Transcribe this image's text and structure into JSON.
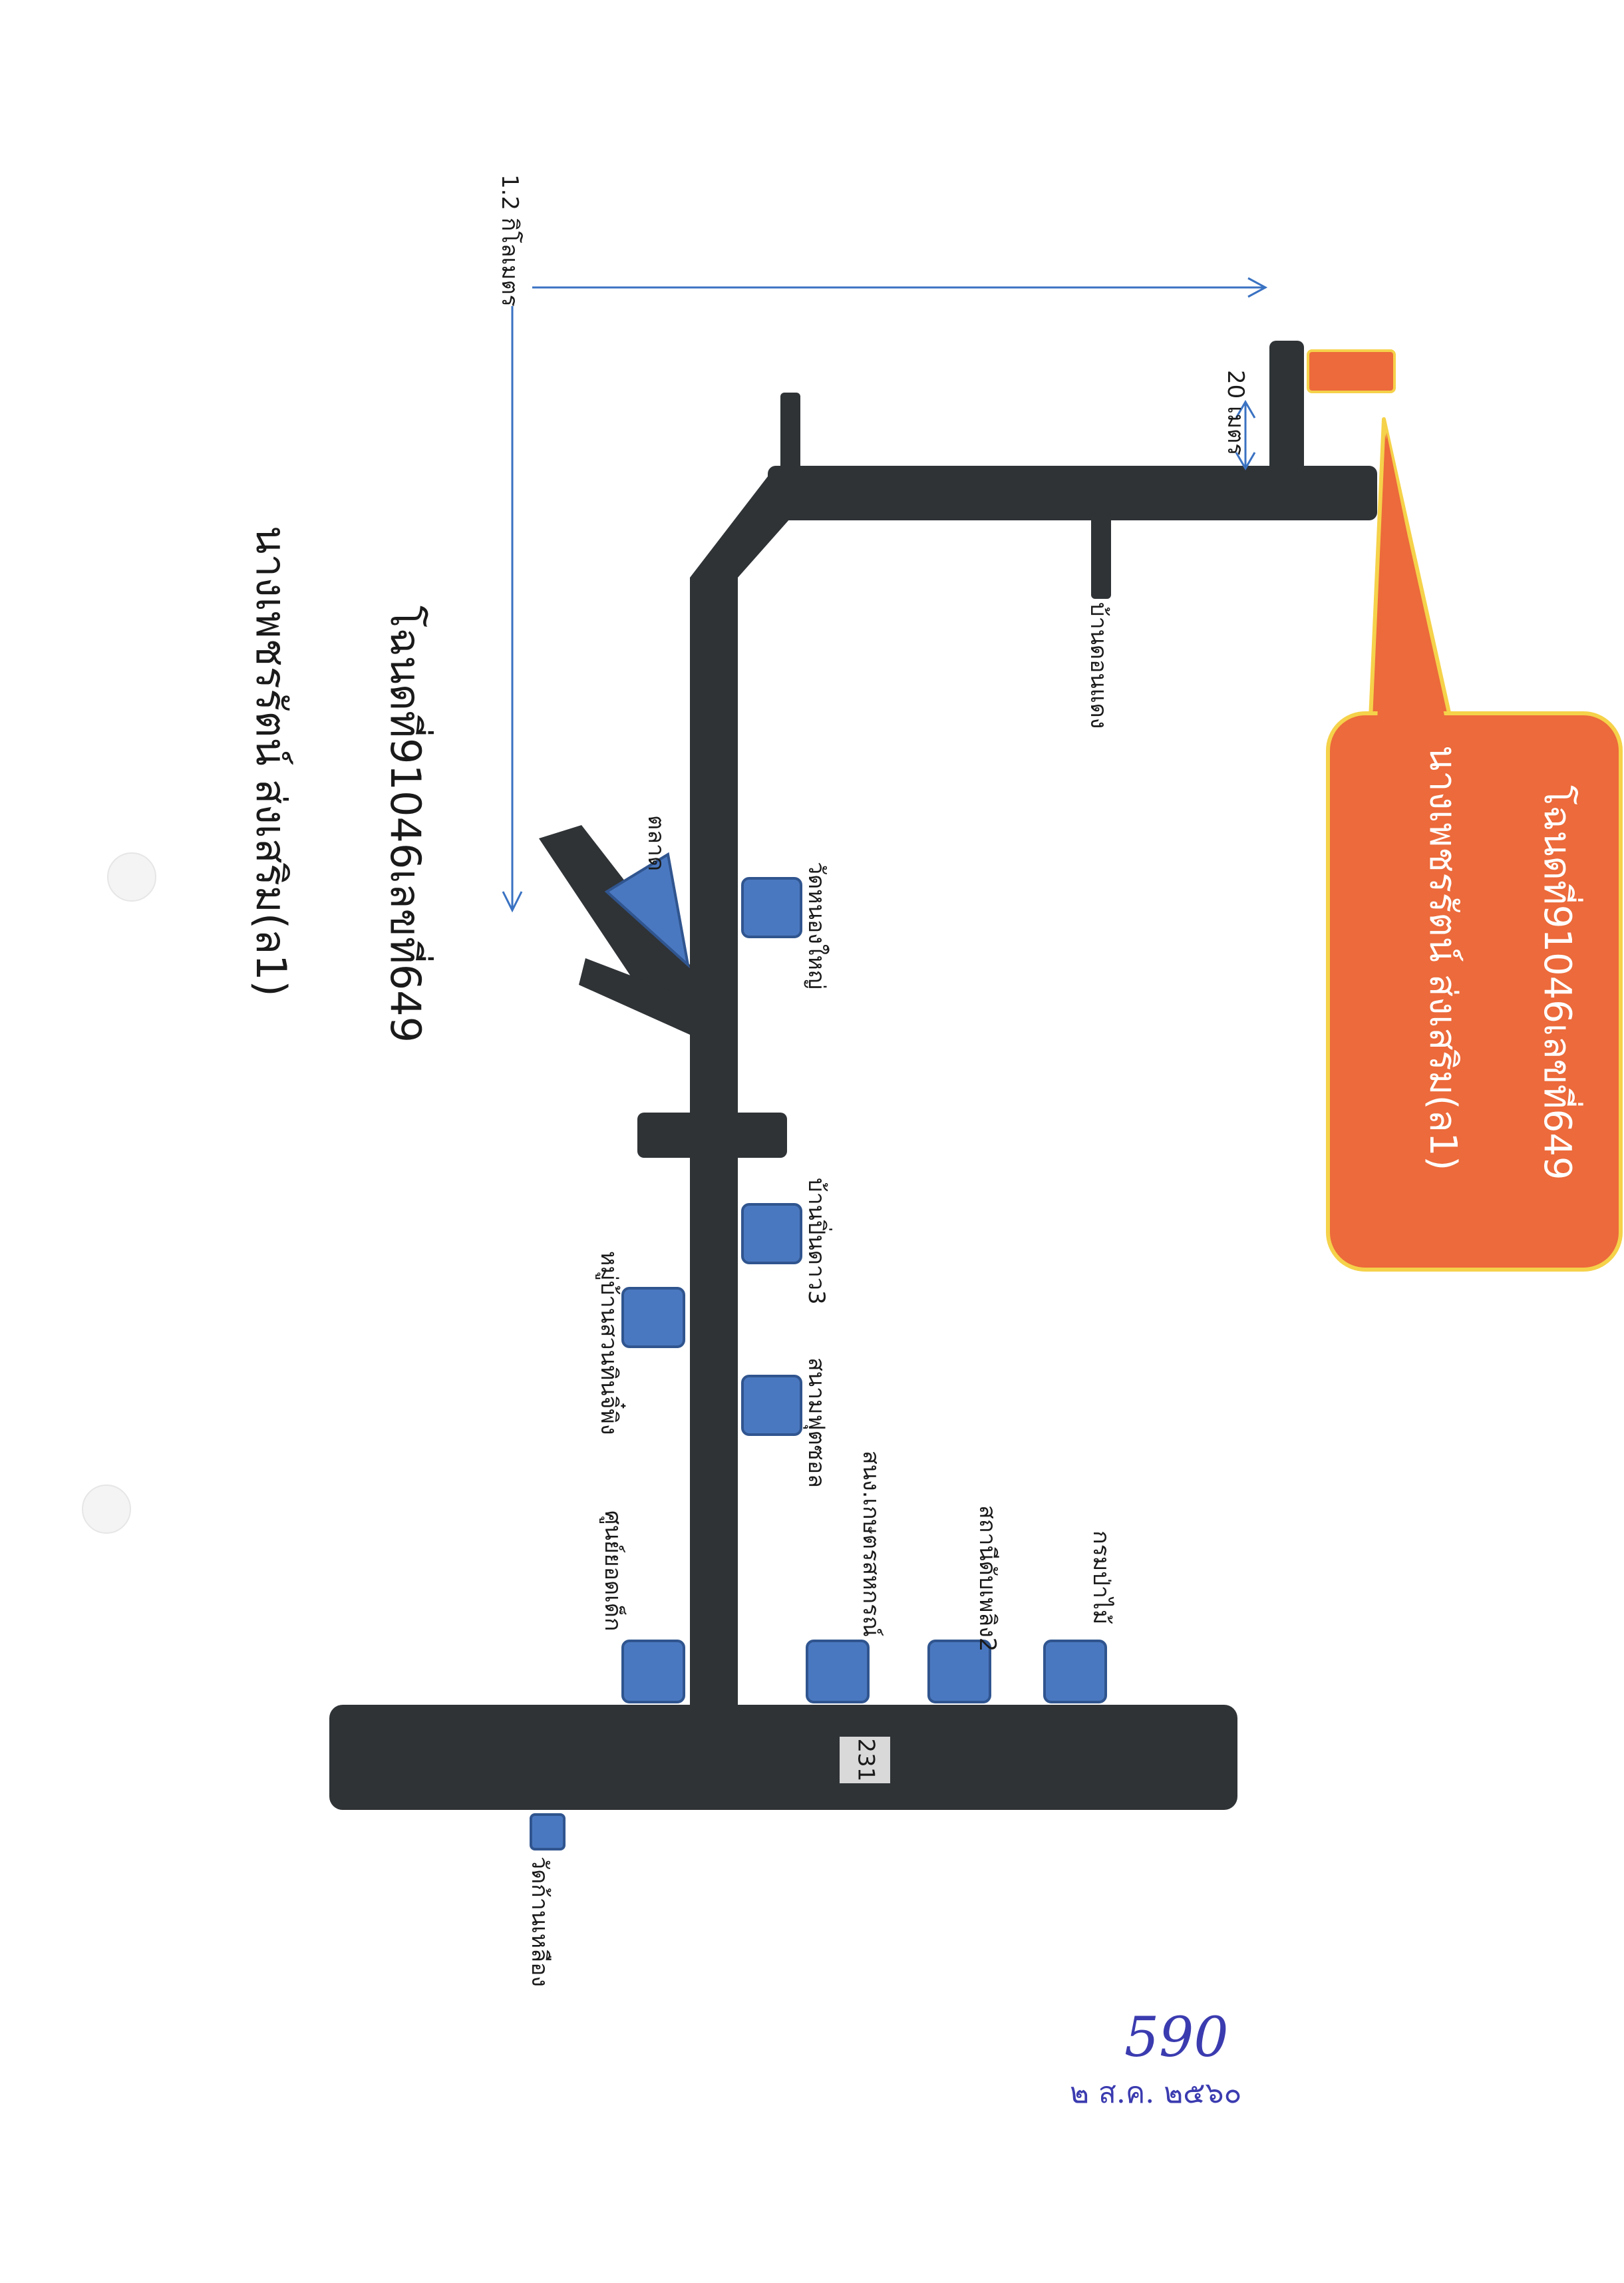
{
  "callout": {
    "line1": "โฉนดที่91046เลขที่649",
    "line2": "นางเพชรรัตน์ ส่งเสริม(ล1)"
  },
  "title": {
    "line1": "โฉนดที่91046เลขที่649",
    "line2": "นางเพชรรัตน์ ส่งเสริม(ล1)"
  },
  "measurements": {
    "long_distance": "1.2 กิโลเมตร",
    "short_distance": "20 เมตร"
  },
  "road_number": "231",
  "landmarks": {
    "wat_nong_khiang": "วัดก้านเหลือง",
    "child_center": "ศูนย์ยอดเด็ก",
    "forestry": "กรมป่าไม้",
    "fire_station": "สถานีดับเพลิง2",
    "agri_coop": "สนง.เกษตรสหกรณ์",
    "football_field": "สนามฟุตซอล",
    "village_tanrom": "หมู่บ้านสวนทินจิ๋พิง",
    "ban_pho_tao": "บ้านปิ่นดาว3",
    "wat_nong_yai": "วัดหนองใหญ่",
    "market": "ตลาด",
    "ban_noen_to": "บ้านดอนแดง"
  },
  "stamp": {
    "number": "590",
    "date": "๒ ส.ค. ๒๕๖๐"
  },
  "colors": {
    "road": "#2f3336",
    "landmark": "#4a78c0",
    "callout": "#ec6a3b",
    "callout_border": "#f5d24a",
    "arrow": "#3a72c2"
  }
}
